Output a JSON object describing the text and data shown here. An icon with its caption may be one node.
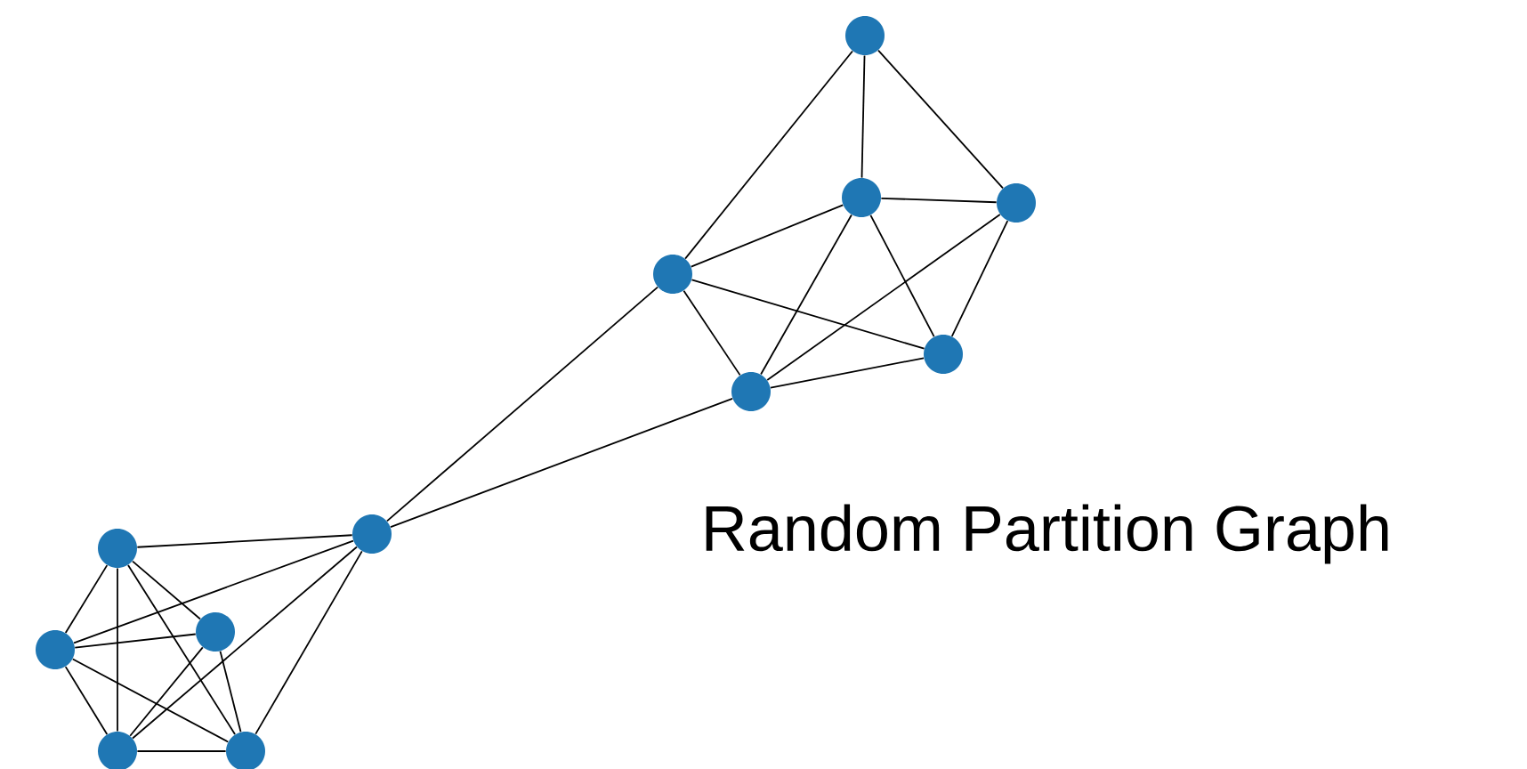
{
  "diagram": {
    "title": "Random Partition Graph",
    "nodes": [
      {
        "text": [],
        "shape": "circle"
      },
      {
        "text": [],
        "shape": "circle"
      },
      {
        "text": [],
        "shape": "circle"
      },
      {
        "text": [],
        "shape": "circle"
      },
      {
        "text": [],
        "shape": "circle"
      },
      {
        "text": [],
        "shape": "circle"
      },
      {
        "text": [],
        "shape": "circle"
      },
      {
        "text": [],
        "shape": "circle"
      },
      {
        "text": [],
        "shape": "circle"
      },
      {
        "text": [],
        "shape": "circle"
      },
      {
        "text": [],
        "shape": "circle"
      },
      {
        "text": [],
        "shape": "circle"
      }
    ],
    "edges": [
      {
        "from": 0,
        "to": 1,
        "arrow": "none"
      },
      {
        "from": 0,
        "to": 2,
        "arrow": "none"
      },
      {
        "from": 0,
        "to": 3,
        "arrow": "none"
      },
      {
        "from": 1,
        "to": 2,
        "arrow": "none"
      },
      {
        "from": 1,
        "to": 3,
        "arrow": "none"
      },
      {
        "from": 1,
        "to": 5,
        "arrow": "none"
      },
      {
        "from": 1,
        "to": 4,
        "arrow": "none"
      },
      {
        "from": 2,
        "to": 5,
        "arrow": "none"
      },
      {
        "from": 2,
        "to": 4,
        "arrow": "none"
      },
      {
        "from": 3,
        "to": 5,
        "arrow": "none"
      },
      {
        "from": 3,
        "to": 4,
        "arrow": "none"
      },
      {
        "from": 5,
        "to": 4,
        "arrow": "none"
      },
      {
        "from": 3,
        "to": 6,
        "arrow": "none"
      },
      {
        "from": 5,
        "to": 6,
        "arrow": "none"
      },
      {
        "from": 7,
        "to": 6,
        "arrow": "none"
      },
      {
        "from": 7,
        "to": 9,
        "arrow": "none"
      },
      {
        "from": 7,
        "to": 10,
        "arrow": "none"
      },
      {
        "from": 7,
        "to": 8,
        "arrow": "none"
      },
      {
        "from": 7,
        "to": 11,
        "arrow": "none"
      },
      {
        "from": 9,
        "to": 6,
        "arrow": "none"
      },
      {
        "from": 9,
        "to": 8,
        "arrow": "none"
      },
      {
        "from": 9,
        "to": 10,
        "arrow": "none"
      },
      {
        "from": 9,
        "to": 11,
        "arrow": "none"
      },
      {
        "from": 8,
        "to": 10,
        "arrow": "none"
      },
      {
        "from": 8,
        "to": 11,
        "arrow": "none"
      },
      {
        "from": 6,
        "to": 10,
        "arrow": "none"
      },
      {
        "from": 6,
        "to": 11,
        "arrow": "none"
      },
      {
        "from": 10,
        "to": 11,
        "arrow": "none"
      }
    ]
  }
}
